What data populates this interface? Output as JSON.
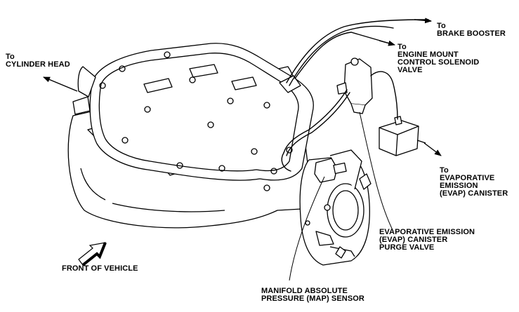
{
  "labels": {
    "to_cylinder_head": [
      "To",
      "CYLINDER HEAD"
    ],
    "to_brake_booster": [
      "To",
      "BRAKE BOOSTER"
    ],
    "to_engine_mount": [
      "To",
      "ENGINE MOUNT",
      "CONTROL SOLENOID",
      "VALVE"
    ],
    "to_evap_canister": [
      "To",
      "EVAPORATIVE",
      "EMISSION",
      "(EVAP) CANISTER"
    ],
    "evap_purge_valve": [
      "EVAPORATIVE EMISSION",
      "(EVAP) CANISTER",
      "PURGE VALVE"
    ],
    "front_of_vehicle": [
      "FRONT OF VEHICLE"
    ],
    "map_sensor": [
      "MANIFOLD ABSOLUTE",
      "PRESSURE (MAP) SENSOR"
    ]
  },
  "colors": {
    "line": "#000000",
    "background": "#ffffff"
  }
}
